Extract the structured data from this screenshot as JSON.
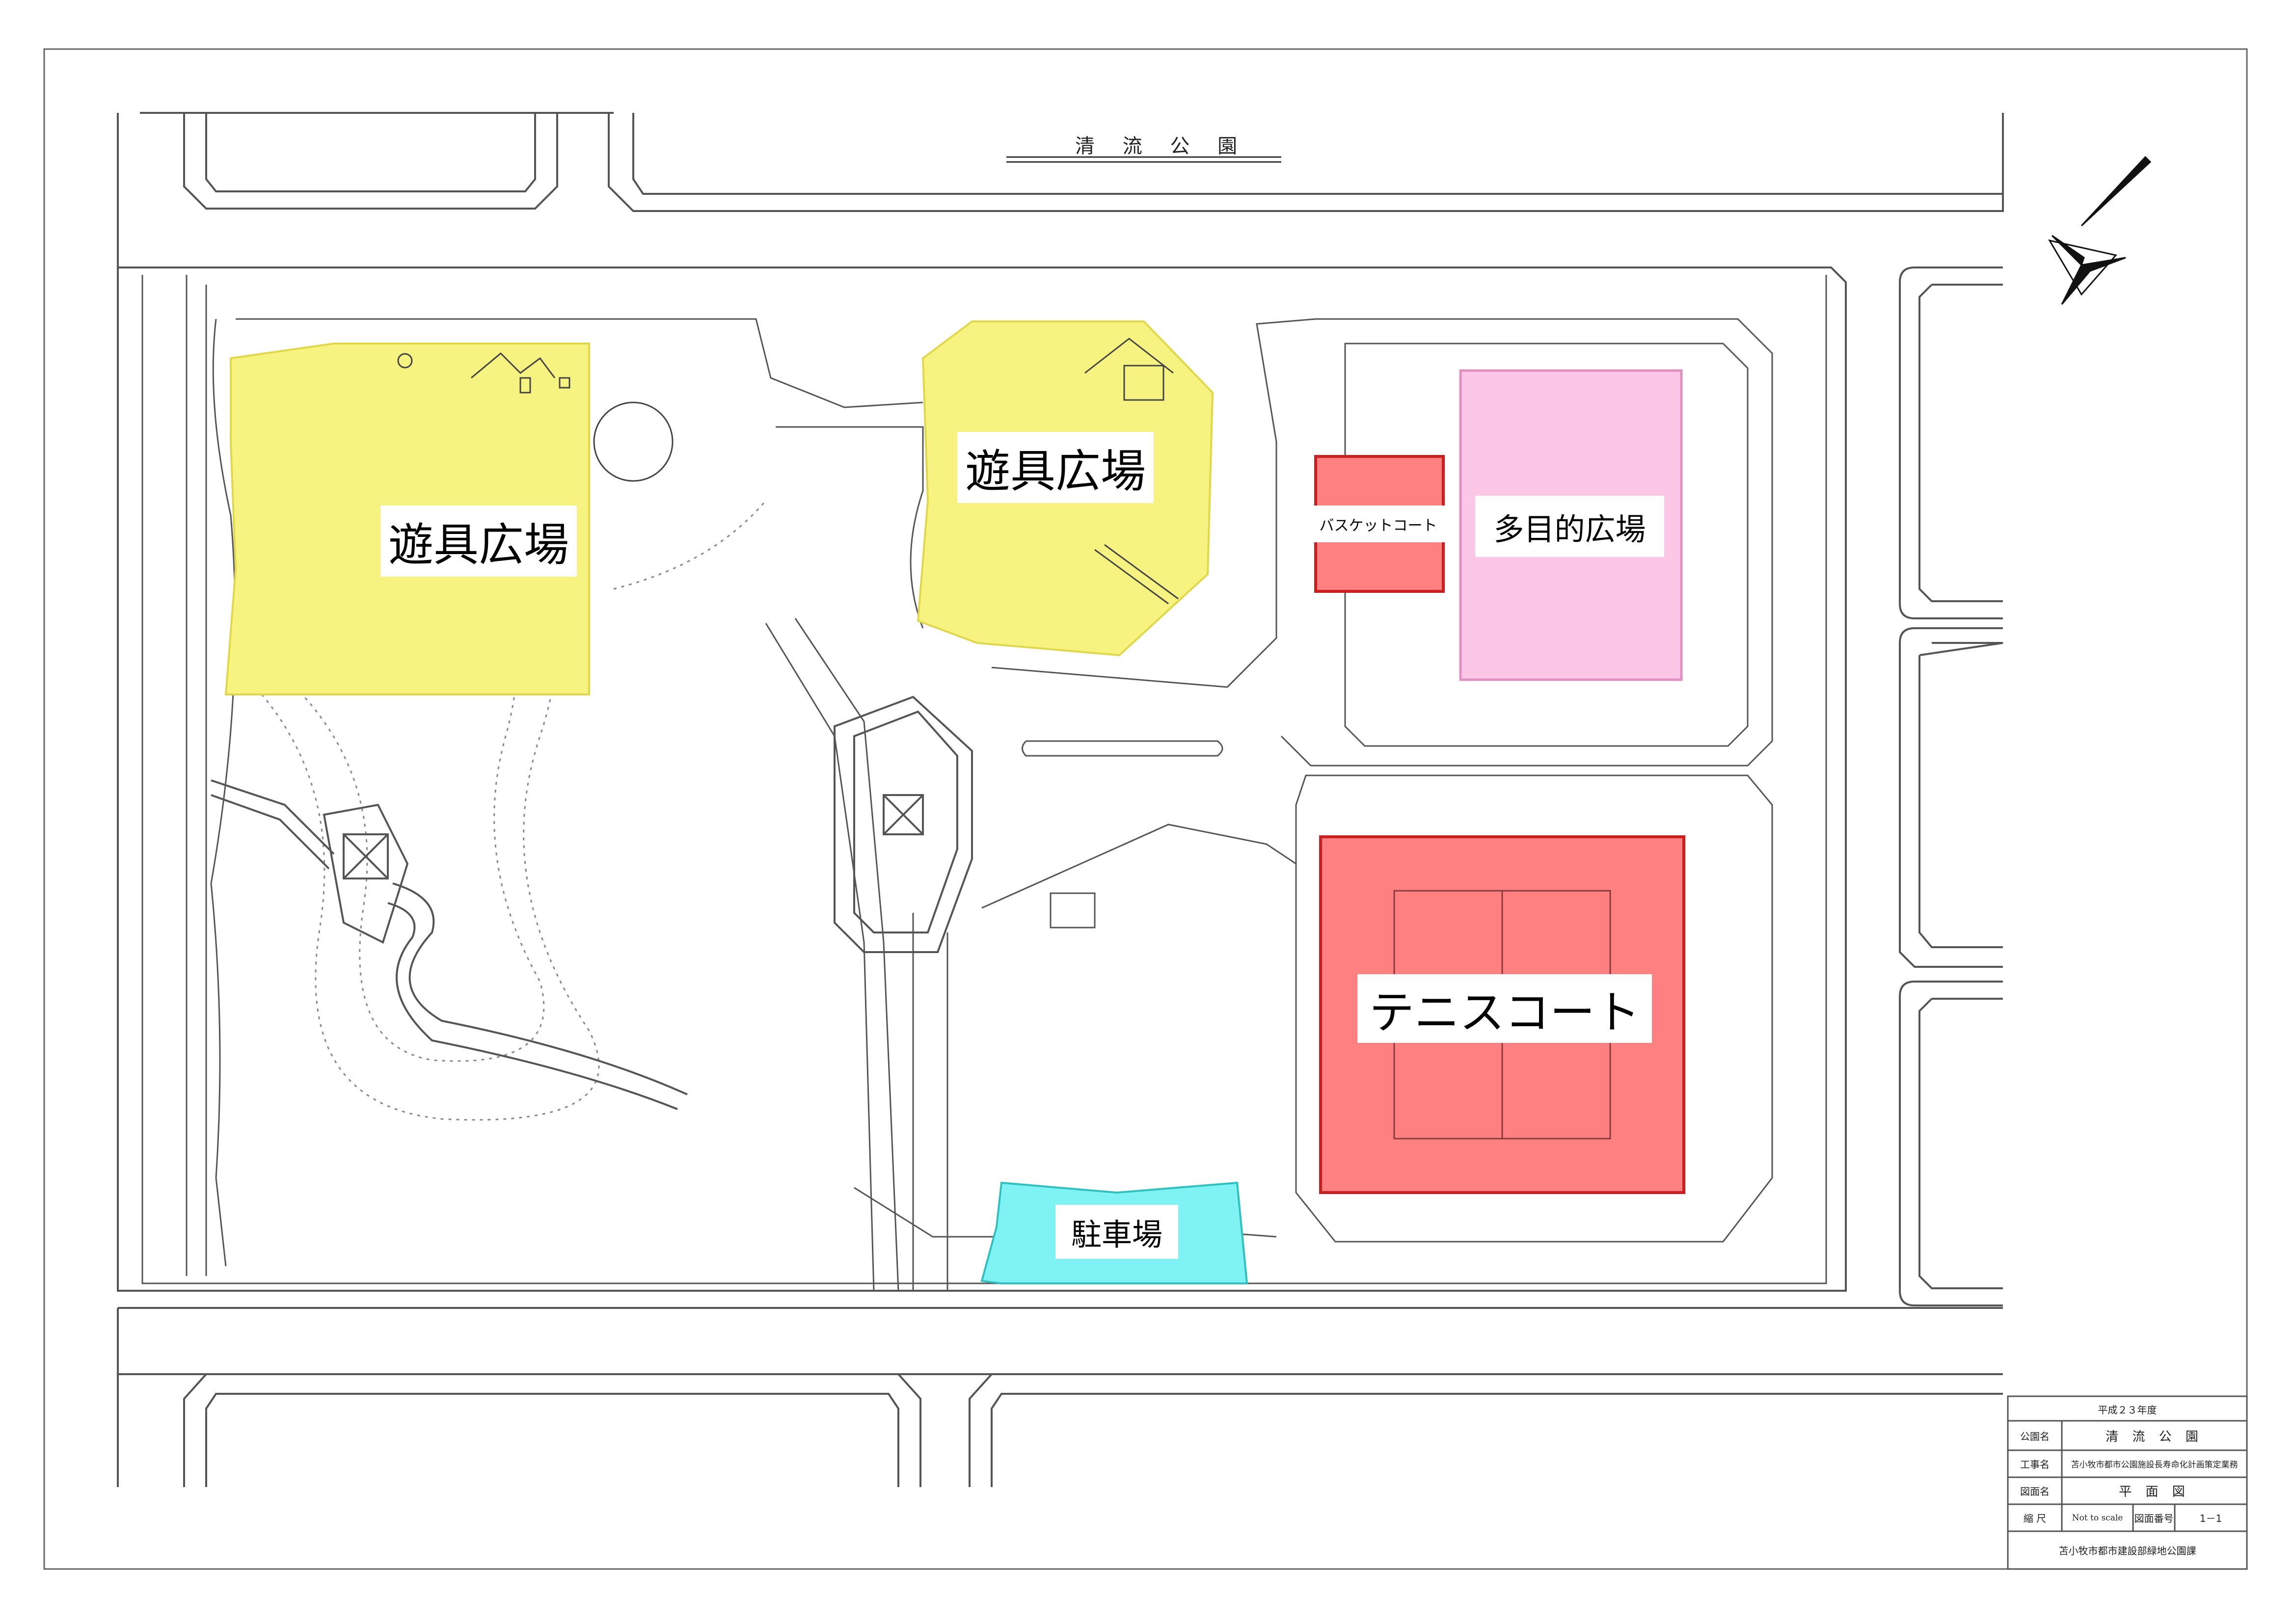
{
  "map": {
    "title": "清 流 公 園",
    "zones": {
      "playground_west": "遊具広場",
      "playground_center": "遊具広場",
      "basketball_court": "バスケットコート",
      "multipurpose_plaza": "多目的広場",
      "tennis_court": "テニスコート",
      "parking": "駐車場"
    }
  },
  "title_block": {
    "year": "平成２３年度",
    "park_name_label": "公園名",
    "park_name_value": "清 流 公 園",
    "project_label": "工事名",
    "project_value": "苫小牧市都市公園施設長寿命化計画策定業務",
    "drawing_label": "図面名",
    "drawing_value": "平 面 図",
    "scale_label": "縮 尺",
    "scale_value": "Not to scale",
    "sheet_label": "図面番号",
    "sheet_value": "1－1",
    "issuer": "苫小牧市都市建設部緑地公園課"
  },
  "colors": {
    "playground": "#f7f380",
    "basketball": "#ff8080",
    "multipurpose": "#fcc6e6",
    "tennis": "#ff8080",
    "parking": "#7ff3f3",
    "linework": "#555555"
  }
}
